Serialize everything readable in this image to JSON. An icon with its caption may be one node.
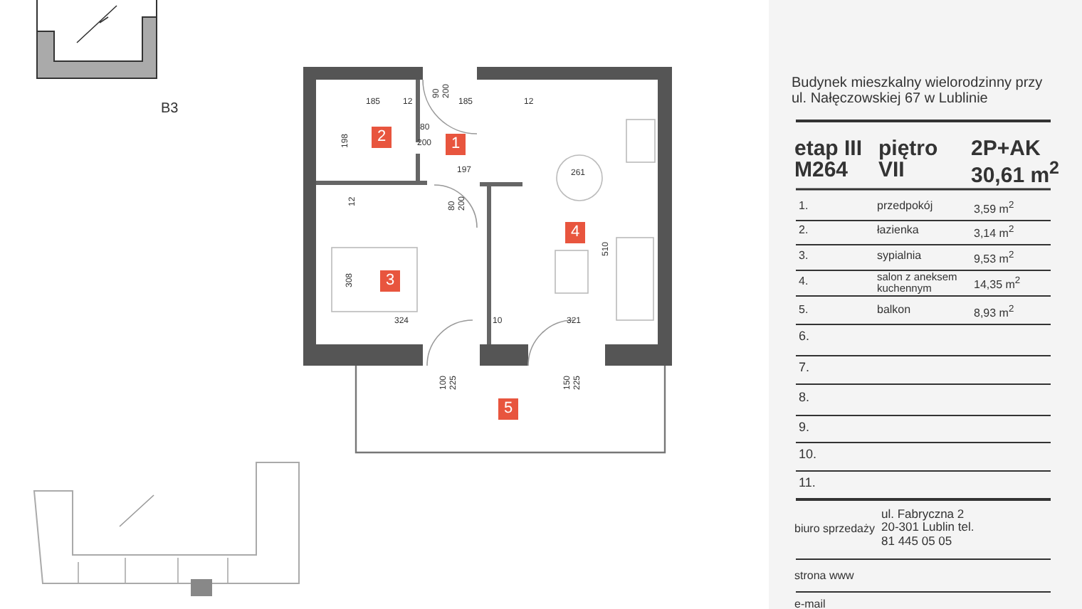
{
  "diagram": {
    "title": "Budynek mieszkalny wielorodzinny przy ul. Nałęczowskiej 67 w Lublinie",
    "nodes": [
      {
        "text": [
          "1"
        ]
      },
      {
        "text": [
          "2"
        ]
      },
      {
        "text": [
          "3"
        ]
      },
      {
        "text": [
          "4"
        ]
      },
      {
        "text": [
          "5"
        ]
      }
    ],
    "labels": [
      "B3",
      "185",
      "12",
      "90",
      "200",
      "185",
      "12",
      "198",
      "80",
      "200",
      "197",
      "261",
      "12",
      "80",
      "200",
      "510",
      "308",
      "324",
      "10",
      "321",
      "100",
      "225",
      "150",
      "225",
      "etap III",
      "piętro",
      "2P+AK",
      "M264",
      "VII",
      "30,61 m$^{2}$",
      "1.",
      "przedpokój",
      "3,59 m$^{2}$",
      "2.",
      "łazienka",
      "3,14 m$^{2}$",
      "3.",
      "sypialnia",
      "9,53 m$^{2}$",
      "4.",
      "salon z aneksem kuchennym",
      "14,35 m$^{2}$",
      "5.",
      "balkon",
      "8,93 m$^{2}$",
      "6.",
      "7.",
      "8.",
      "9.",
      "10.",
      "11.",
      "biuro sprzedaży",
      "ul. Fabryczna 2 20-301 Lublin tel. 81 445 05 05",
      "strona www",
      "e-mail"
    ]
  }
}
